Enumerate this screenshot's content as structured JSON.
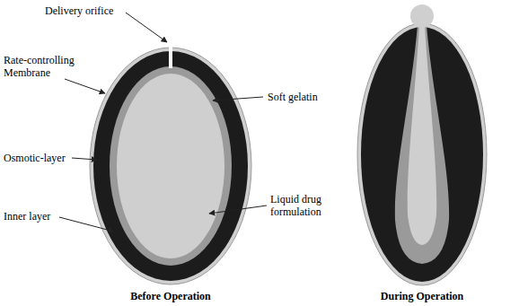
{
  "diagram": {
    "labels": [
      "Delivery orifice",
      "Rate-controlling Membrane",
      "Osmotic-layer",
      "Inner layer",
      "Soft gelatin",
      "Liquid drug formulation",
      "Before Operation",
      "During Operation"
    ]
  }
}
